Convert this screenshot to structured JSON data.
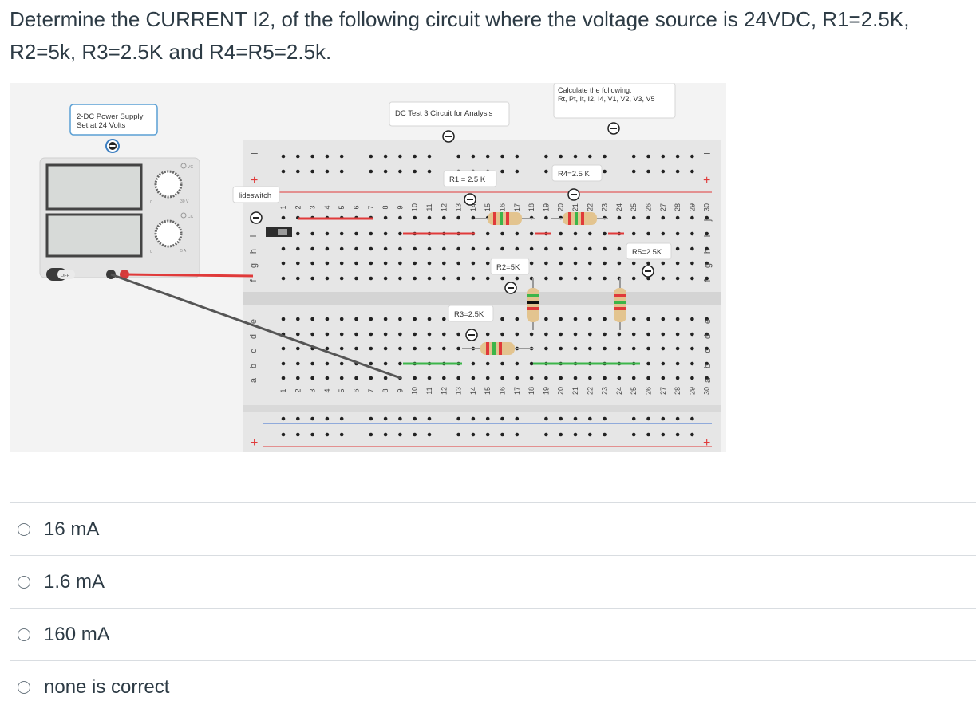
{
  "question": {
    "text": "Determine the CURRENT I2, of the following circuit where the voltage source is 24VDC, R1=2.5K, R2=5k, R3=2.5K and R4=R5=2.5k."
  },
  "figure": {
    "callouts": {
      "power_supply_line1": "2-DC Power Supply",
      "power_supply_line2": "Set at 24 Volts",
      "circuit": "DC Test 3 Circuit for Analysis",
      "calc_line1": "Calculate the following:",
      "calc_line2": "Rt, Pt, It, I2, I4, V1, V2, V3, V5",
      "slideswitch": "lideswitch",
      "r1": "R1 = 2.5 K",
      "r2": "R2=5K",
      "r3": "R3=2.5K",
      "r4": "R4=2.5 K",
      "r5": "R5=2.5K"
    },
    "supply": {
      "off_label": "OFF",
      "knob1_max": "30 V",
      "knob1_min": "0",
      "knob1_mode": "VC",
      "knob2_max": "5 A",
      "knob2_min": "0",
      "knob2_mode": "CC"
    },
    "breadboard": {
      "columns": 30,
      "top_row_letters": [
        "j",
        "i",
        "h",
        "g",
        "f"
      ],
      "bottom_row_letters": [
        "e",
        "d",
        "c",
        "b",
        "a"
      ],
      "rail_minus": "–",
      "rail_plus": "+"
    },
    "colors": {
      "red_wire": "#e03a3a",
      "green_wire": "#3cb54a",
      "probe_wire": "#555555",
      "board": "#f3f3f3",
      "hole": "#222222"
    }
  },
  "answers": [
    {
      "label": "16 mA"
    },
    {
      "label": "1.6 mA"
    },
    {
      "label": "160 mA"
    },
    {
      "label": "none is correct"
    }
  ]
}
